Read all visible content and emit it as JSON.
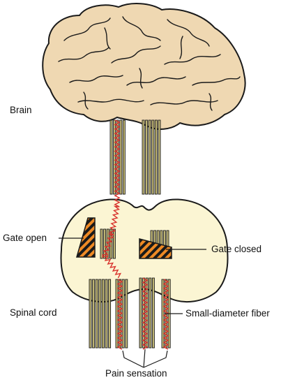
{
  "labels": {
    "brain": "Brain",
    "gate_open": "Gate open",
    "gate_closed": "Gate closed",
    "spinal_cord": "Spinal cord",
    "small_diameter_fiber": "Small-diameter fiber",
    "pain_sensation": "Pain sensation"
  },
  "colors": {
    "brain_fill": "#efd8b2",
    "brain_outline": "#1a1a1a",
    "cord_fill": "#fbf5d3",
    "fiber_fill": "#c4ba78",
    "pain_zigzag": "#d8322c",
    "gate_orange": "#ee8a25",
    "gate_stripe": "#1a1a1a"
  }
}
